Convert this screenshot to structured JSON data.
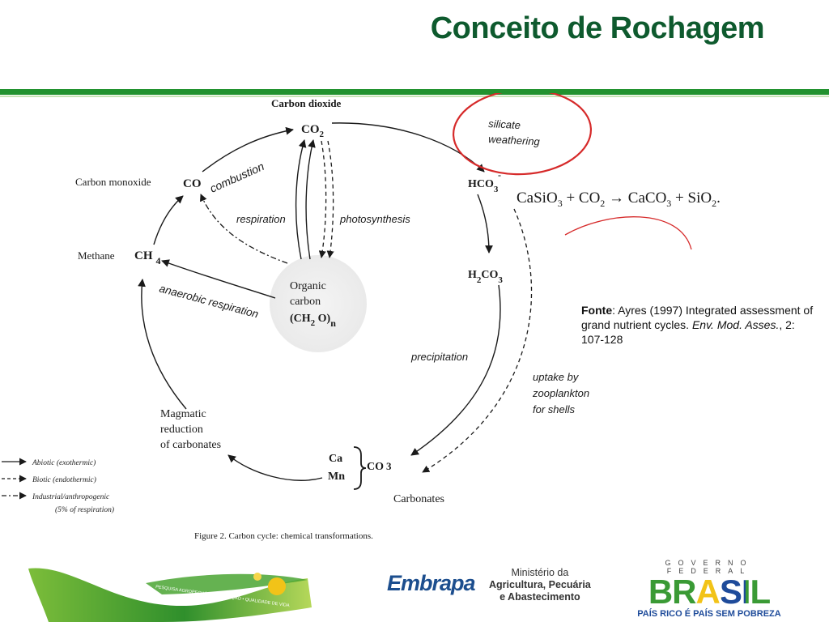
{
  "slide": {
    "title": "Conceito de Rochagem"
  },
  "diagram": {
    "nodes": {
      "co2_label": "Carbon dioxide",
      "co2": "CO",
      "co2_sub": "2",
      "co_label": "Carbon monoxide",
      "co": "CO",
      "ch4_label": "Methane",
      "ch4": "CH",
      "ch4_sub": "4",
      "hco3": "HCO",
      "hco3_sub": "3",
      "hco3_sup": "-",
      "h2co3_a": "H",
      "h2co3_sub1": "2",
      "h2co3_b": "CO",
      "h2co3_sub2": "3",
      "organic_1": "Organic",
      "organic_2": "carbon",
      "organic_3a": "(CH",
      "organic_3sub": "2",
      "organic_3b": " O)",
      "organic_3n": "n",
      "magmatic_1": "Magmatic",
      "magmatic_2": "reduction",
      "magmatic_3": "of carbonates",
      "ca": "Ca",
      "mn": "Mn",
      "co3": "CO",
      "co3_sub": "3",
      "carbonates": "Carbonates"
    },
    "processes": {
      "combustion": "combustion",
      "respiration": "respiration",
      "photosynthesis": "photosynthesis",
      "anaerobic": "anaerobic respiration",
      "precipitation": "precipitation",
      "uptake_1": "uptake by",
      "uptake_2": "zooplankton",
      "uptake_3": "for shells",
      "silicate_1": "silicate",
      "silicate_2": "weathering"
    },
    "legend": {
      "abiotic": "Abiotic (exothermic)",
      "biotic": "Biotic (endothermic)",
      "industrial_1": "Industrial/anthropogenic",
      "industrial_2": "(5% of respiration)"
    },
    "caption": "Figure 2.  Carbon cycle: chemical transformations.",
    "equation": {
      "casio": "CaSiO",
      "casio_sub": "3",
      "plus1": " + CO",
      "co2_sub": "2",
      "arrow": " → ",
      "caco": "CaCO",
      "caco_sub": "3",
      "plus2": " + SiO",
      "sio_sub": "2",
      "end": "."
    }
  },
  "source": {
    "label": "Fonte",
    "text": ": Ayres (1997) Integrated assessment of grand nutrient cycles. ",
    "journal": "Env. Mod. Asses.",
    "rest": ", 2: 107-128"
  },
  "footer": {
    "banner_text": "PESQUISA AGROPECUÁRIA • INOVAÇÃO • QUALIDADE DE VIDA",
    "embrapa": "Embrapa",
    "ministry_1": "Ministério da",
    "ministry_2": "Agricultura, Pecuária",
    "ministry_3": "e Abastecimento",
    "gov_top": "GOVERNO FEDERAL",
    "gov_brasil": "BRASIL",
    "gov_slogan": "PAÍS RICO É PAÍS SEM POBREZA"
  },
  "colors": {
    "title": "#0e5a2e",
    "rule": "#22922f",
    "highlight_circle": "#d62a2a",
    "embrapa_blue": "#1c4e8e",
    "brasil_green": "#3a9a35",
    "brasil_yellow": "#f2c318"
  }
}
